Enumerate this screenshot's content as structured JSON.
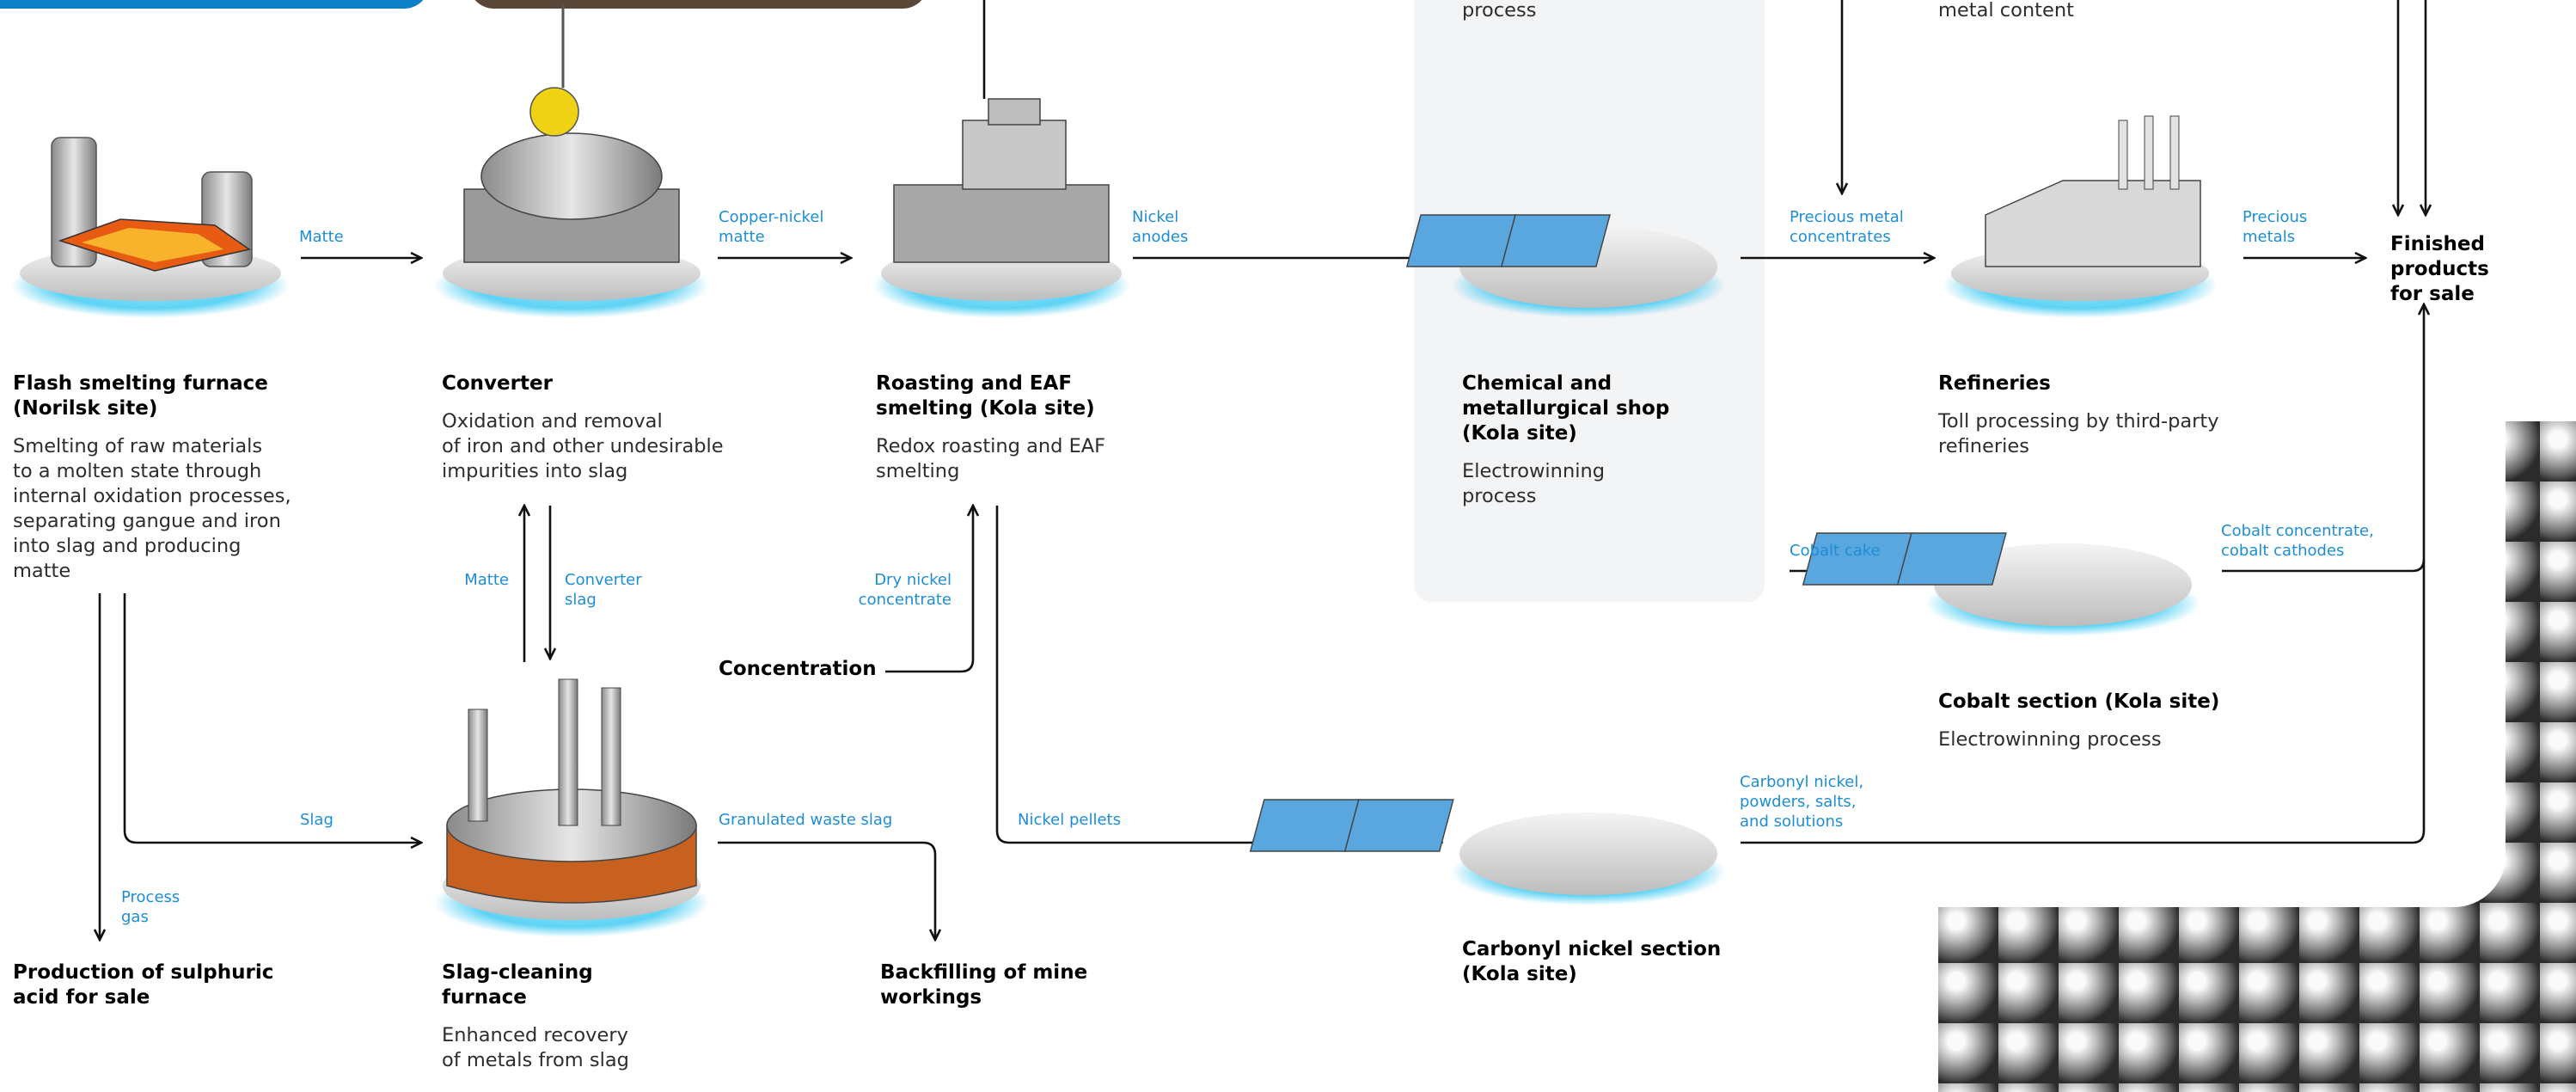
{
  "colors": {
    "accent_blue": "#1d8ed6",
    "header_blue": "#0b7fc7",
    "panel_gray": "#f3f4f6",
    "glow": "#35c8f2"
  },
  "header": {
    "clipped_left_text": "process",
    "clipped_right_text": "metal content"
  },
  "nodes": {
    "flash_furnace": {
      "title": "Flash smelting furnace\n(Norilsk site)",
      "desc": "Smelting of raw materials\nto a molten state through\ninternal oxidation processes,\nseparating gangue and iron\ninto slag and producing\nmatte",
      "icon": "furnace-icon"
    },
    "converter": {
      "title": "Converter",
      "desc": "Oxidation and removal\nof iron and other undesirable\nimpurities into slag",
      "icon": "converter-icon"
    },
    "roasting": {
      "title": "Roasting and EAF\nsmelting (Kola site)",
      "desc": "Redox roasting and EAF\nsmelting",
      "icon": "roasting-plant-icon"
    },
    "chemical_shop": {
      "title": "Chemical and\nmetallurgical shop\n(Kola site)",
      "desc": "Electrowinning\nprocess",
      "icon": "electrowinning-tanks-icon"
    },
    "refineries": {
      "title": "Refineries",
      "desc": "Toll processing by third-party\nrefineries",
      "icon": "factory-icon"
    },
    "finished": {
      "title": "Finished products\nfor sale"
    },
    "cobalt": {
      "title": "Cobalt section (Kola site)",
      "desc": "Electrowinning process",
      "icon": "electrowinning-tanks-icon"
    },
    "concentration": {
      "title": "Concentration"
    },
    "slag_cleaning": {
      "title": "Slag-cleaning\nfurnace",
      "desc": "Enhanced recovery\nof metals from slag",
      "icon": "slag-furnace-icon"
    },
    "backfilling": {
      "title": "Backfilling of mine\nworkings"
    },
    "carbonyl": {
      "title": "Carbonyl nickel section\n(Kola site)",
      "icon": "electrowinning-tanks-icon"
    },
    "sulphuric": {
      "title": "Production of sulphuric\nacid for sale"
    }
  },
  "flows": {
    "matte_1": "Matte",
    "copper_nickel_matte": "Copper-nickel\nmatte",
    "nickel_anodes": "Nickel\nanodes",
    "precious_metal_concentrates": "Precious metal\nconcentrates",
    "precious_metals": "Precious\nmetals",
    "cobalt_cake": "Cobalt cake",
    "cobalt_concentrate": "Cobalt concentrate,\ncobalt cathodes",
    "matte_2": "Matte",
    "converter_slag": "Converter\nslag",
    "dry_nickel_concentrate": "Dry nickel\nconcentrate",
    "slag": "Slag",
    "granulated_waste_slag": "Granulated waste slag",
    "nickel_pellets": "Nickel pellets",
    "carbonyl_nickel": "Carbonyl nickel,\npowders, salts,\nand solutions",
    "process_gas": "Process\ngas"
  }
}
